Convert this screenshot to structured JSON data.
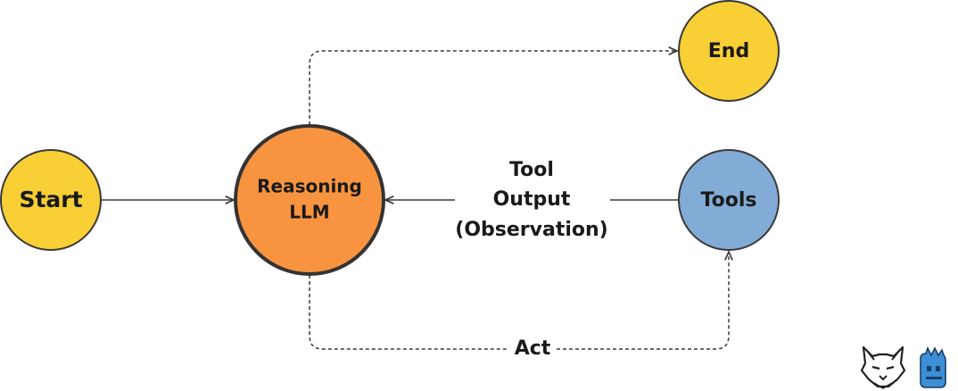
{
  "colors": {
    "start": "#f8cf34",
    "end": "#f8cf34",
    "reasoning": "#f89440",
    "tools": "#82acd6",
    "stroke": "#3a3a3a",
    "reasoning_stroke": "#333333",
    "logo_blue": "#3d8fd6"
  },
  "nodes": {
    "start": {
      "label": "Start"
    },
    "reasoning": {
      "line1": "Reasoning",
      "line2": "LLM"
    },
    "tools": {
      "label": "Tools"
    },
    "end": {
      "label": "End"
    }
  },
  "edges": {
    "tool_output": {
      "line1": "Tool",
      "line2": "Output",
      "line3": "(Observation)"
    },
    "act": {
      "label": "Act"
    }
  },
  "logos": {
    "left": "wolf-logo-icon",
    "right": "robot-logo-icon"
  }
}
